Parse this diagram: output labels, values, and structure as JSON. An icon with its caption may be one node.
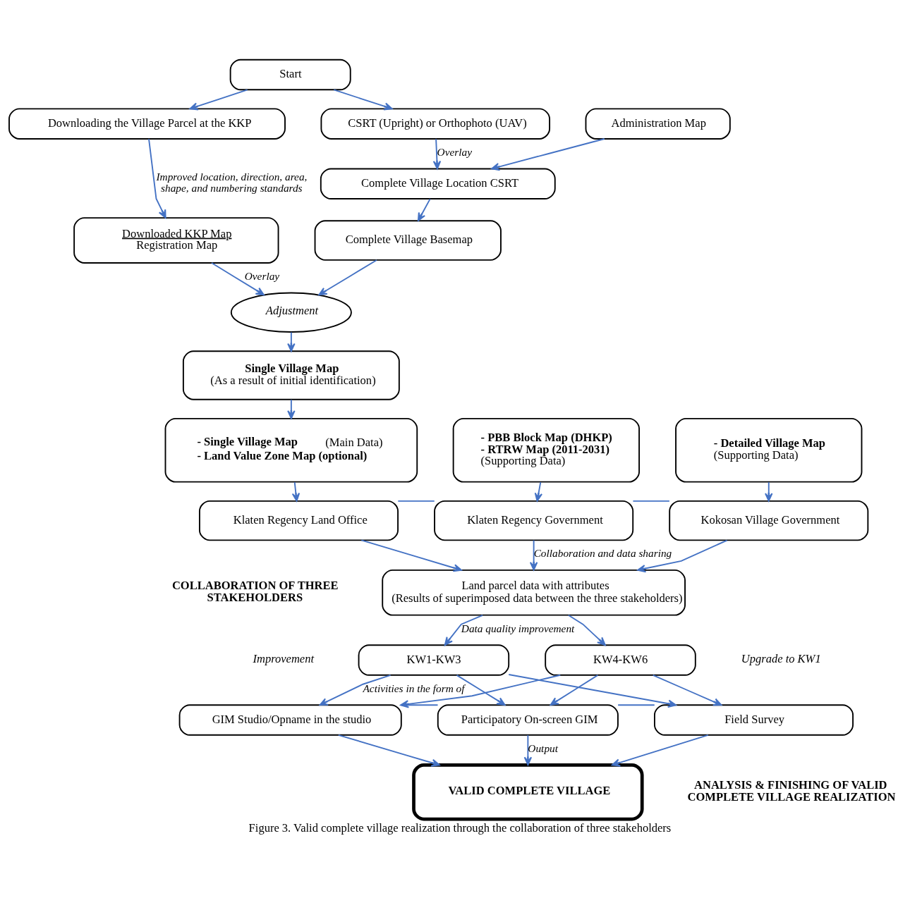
{
  "diagram": {
    "caption": "Figure 3. Valid complete village realization through the collaboration of three stakeholders",
    "nodes": [
      {
        "text": [
          "Start"
        ]
      },
      {
        "text": [
          "Downloading the Village Parcel at the KKP"
        ]
      },
      {
        "text": [
          "CSRT (Upright) or Orthophoto (UAV)"
        ]
      },
      {
        "text": [
          "Administration Map"
        ]
      },
      {
        "text": [
          "Complete Village Location CSRT"
        ]
      },
      {
        "text": [
          "Downloaded KKP Map",
          "Registration Map"
        ]
      },
      {
        "text": [
          "Complete Village Basemap"
        ]
      },
      {
        "text": [
          "Adjustment"
        ]
      },
      {
        "text": [
          "Single Village Map",
          "(As a result of initial identification)"
        ]
      },
      {
        "text": [
          "**- Single Village Map** (Main Data)",
          "- Land Value Zone Map (optional)"
        ]
      },
      {
        "text": [
          "- PBB Block Map (DHKP)",
          "- RTRW Map (2011-2031)",
          "(Supporting Data)"
        ]
      },
      {
        "text": [
          "- Detailed Village Map",
          "(Supporting Data)"
        ]
      },
      {
        "text": [
          "Klaten Regency Land Office"
        ]
      },
      {
        "text": [
          "Klaten Regency Government"
        ]
      },
      {
        "text": [
          "Kokosan Village Government"
        ]
      },
      {
        "text": [
          "Land parcel data with attributes",
          "(Results of superimposed data between the three stakeholders)"
        ]
      },
      {
        "text": [
          "KW1-KW3"
        ],
        "beside": [
          "Improvement"
        ]
      },
      {
        "text": [
          "KW4-KW6"
        ],
        "beside": [
          "Upgrade to KW1"
        ]
      },
      {
        "text": [
          "GIM Studio/Opname in the studio"
        ]
      },
      {
        "text": [
          "Participatory On-screen GIM"
        ]
      },
      {
        "text": [
          "Field Survey"
        ]
      },
      {
        "text": [
          "VALID COMPLETE VILLAGE"
        ]
      }
    ],
    "edges": [
      {
        "from": 0,
        "to": 1,
        "arrow": "to"
      },
      {
        "from": 0,
        "to": 2,
        "arrow": "to"
      },
      {
        "from": 1,
        "to": 5,
        "arrow": "to",
        "label": "Improved location, direction, area, shape, and numbering standards"
      },
      {
        "from": 2,
        "to": 4,
        "arrow": "to",
        "label": "Overlay"
      },
      {
        "from": 3,
        "to": 4,
        "arrow": "to"
      },
      {
        "from": 4,
        "to": 6,
        "arrow": "to"
      },
      {
        "from": 5,
        "to": 7,
        "arrow": "to",
        "label": "Overlay"
      },
      {
        "from": 6,
        "to": 7,
        "arrow": "to"
      },
      {
        "from": 7,
        "to": 8,
        "arrow": "to"
      },
      {
        "from": 8,
        "to": 9,
        "arrow": "to"
      },
      {
        "from": 9,
        "to": 12,
        "arrow": "to"
      },
      {
        "from": 10,
        "to": 13,
        "arrow": "to"
      },
      {
        "from": 11,
        "to": 14,
        "arrow": "to"
      },
      {
        "from": 12,
        "to": 13,
        "arrow": "none"
      },
      {
        "from": 13,
        "to": 14,
        "arrow": "none"
      },
      {
        "from": 12,
        "to": 15,
        "arrow": "to"
      },
      {
        "from": 13,
        "to": 15,
        "arrow": "to",
        "label": "Collaboration and data sharing"
      },
      {
        "from": 14,
        "to": 15,
        "arrow": "to"
      },
      {
        "from": 15,
        "to": 16,
        "arrow": "to",
        "label": "Data quality improvement"
      },
      {
        "from": 15,
        "to": 17,
        "arrow": "to"
      },
      {
        "from": 16,
        "to": 18,
        "arrow": "to",
        "label": "Activities in the form of"
      },
      {
        "from": 16,
        "to": 19,
        "arrow": "to"
      },
      {
        "from": 16,
        "to": 20,
        "arrow": "to"
      },
      {
        "from": 17,
        "to": 18,
        "arrow": "to"
      },
      {
        "from": 17,
        "to": 19,
        "arrow": "to"
      },
      {
        "from": 17,
        "to": 20,
        "arrow": "to"
      },
      {
        "from": 18,
        "to": 19,
        "arrow": "none"
      },
      {
        "from": 19,
        "to": 20,
        "arrow": "none"
      },
      {
        "from": 18,
        "to": 21,
        "arrow": "to"
      },
      {
        "from": 19,
        "to": 21,
        "arrow": "to",
        "label": "Output"
      },
      {
        "from": 20,
        "to": 21,
        "arrow": "to"
      }
    ],
    "labels": [
      "COLLABORATION OF THREE STAKEHOLDERS",
      "ANALYSIS & FINISHING OF VALID COMPLETE VILLAGE REALIZATION"
    ]
  }
}
